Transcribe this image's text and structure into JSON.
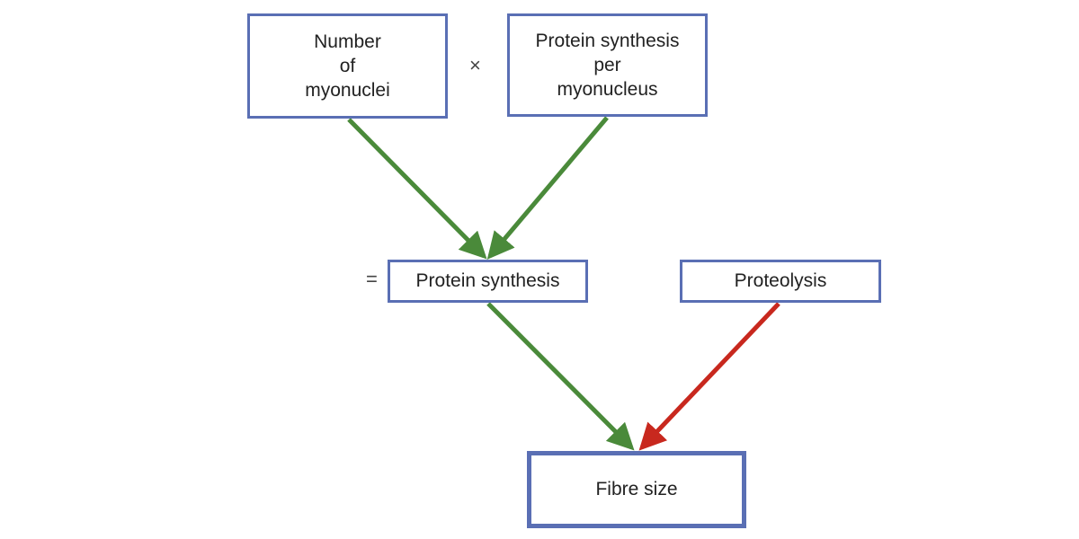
{
  "diagram": {
    "nodes": {
      "nuclei": "Number\nof\nmyonuclei",
      "per_nucleus": "Protein synthesis\nper\nmyonucleus",
      "synthesis": "Protein synthesis",
      "proteolysis": "Proteolysis",
      "fibre": "Fibre size"
    },
    "operators": {
      "times": "×",
      "equals": "="
    },
    "edges": [
      {
        "from": "nuclei",
        "to": "synthesis",
        "effect": "positive"
      },
      {
        "from": "per_nucleus",
        "to": "synthesis",
        "effect": "positive"
      },
      {
        "from": "synthesis",
        "to": "fibre",
        "effect": "positive"
      },
      {
        "from": "proteolysis",
        "to": "fibre",
        "effect": "negative"
      }
    ],
    "colors": {
      "box_border": "#5a6fb4",
      "positive_arrow": "#4a8a3a",
      "negative_arrow": "#c8281e"
    }
  }
}
